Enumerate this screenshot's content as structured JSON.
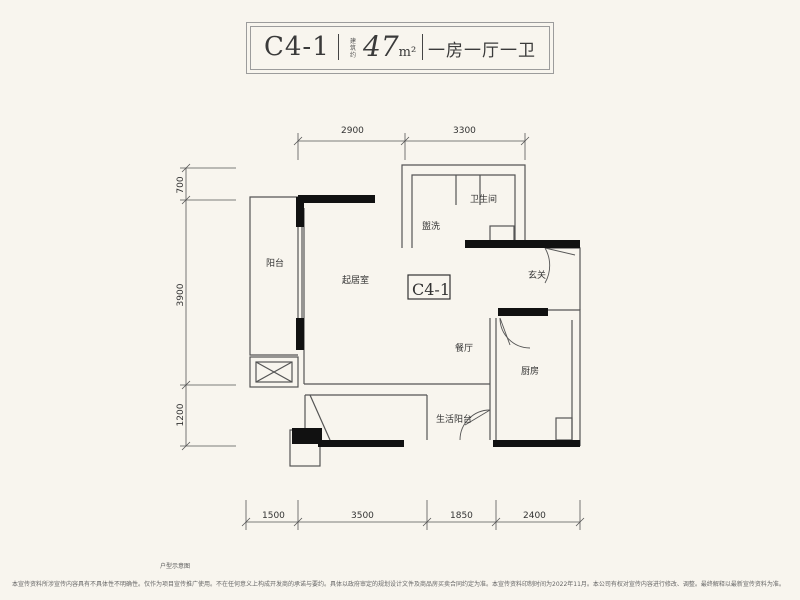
{
  "header": {
    "code": "C4-1",
    "area_label": "建筑约",
    "area": "47",
    "area_unit": "m²",
    "layout_type": "一房一厅一卫"
  },
  "plan": {
    "unit_tag": "C4-1",
    "rooms": {
      "bathroom": "卫生间",
      "washroom": "盥洗",
      "balcony": "阳台",
      "bed_living": "起居室",
      "entrance": "玄关",
      "dining": "餐厅",
      "kitchen": "厨房",
      "utility_balcony": "生活阳台"
    },
    "dimensions": {
      "top": [
        "2900",
        "3300"
      ],
      "left": [
        "700",
        "3900",
        "1200"
      ],
      "bottom": [
        "1500",
        "3500",
        "1850",
        "2400"
      ]
    }
  },
  "footer": {
    "label": "户型示意图",
    "disclaimer": "本宣传资料所涉宣传内容具有不具体性不明确性。仅作为项目宣传推广使用。不在任何意义上构成开发商的承诺与要约。具体以政府审定的规划设计文件及商品房买卖合同约定为准。本宣传资料印制时间为2022年11月。本公司有权对宣传内容进行修改、调整。最终解释以最新宣传资料为准。"
  },
  "colors": {
    "background": "#f8f5ee",
    "wall": "#111111",
    "line": "#555555"
  }
}
